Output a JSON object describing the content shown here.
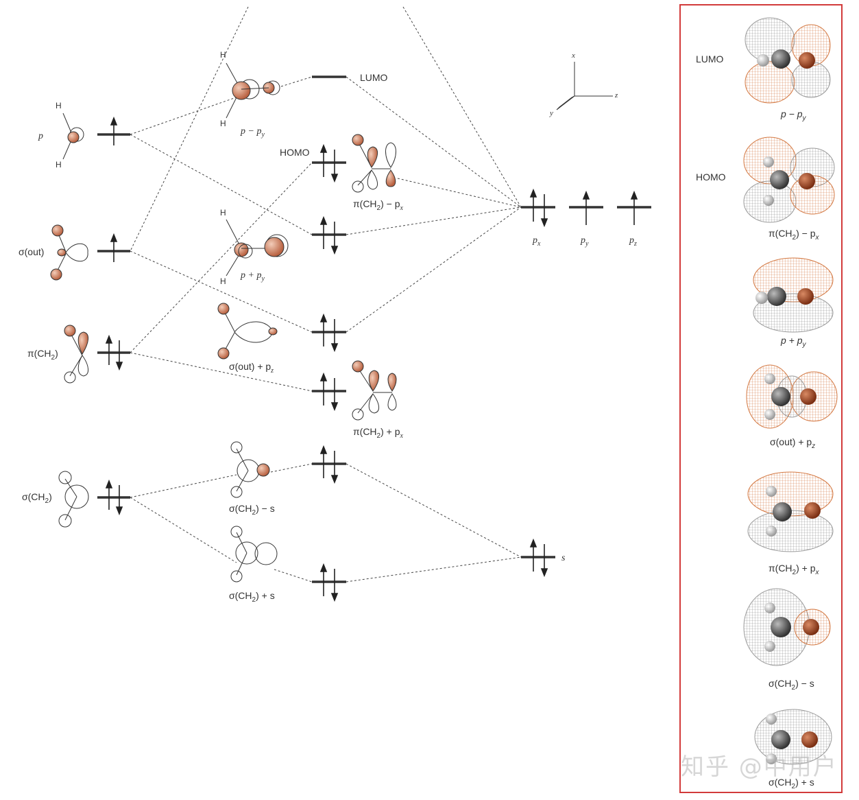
{
  "left_orbitals": {
    "p": "p",
    "sigma_out": "σ(out)",
    "pi_ch2": "π(CH",
    "pi_ch2_sub": "2",
    "sigma_ch2": "σ(CH",
    "sigma_ch2_sub": "2",
    "atom_h": "H"
  },
  "mixed_orbitals": {
    "p_minus_py": "p − p",
    "p_minus_py_sub": "y",
    "p_plus_py": "p + p",
    "p_plus_py_sub": "y",
    "sigma_out_plus_pz": "σ(out) + p",
    "sigma_out_plus_pz_sub": "z",
    "sigma_ch2_minus_s": "σ(CH",
    "sigma_ch2_minus_s_tail": ") − s",
    "sigma_ch2_plus_s": "σ(CH",
    "sigma_ch2_plus_s_tail": ") + s",
    "sub_2": "2"
  },
  "center_levels": {
    "lumo": "LUMO",
    "homo": "HOMO",
    "pi_minus_px": "π(CH",
    "pi_minus_px_tail": ") − p",
    "pi_plus_px": "π(CH",
    "pi_plus_px_tail": ") + p",
    "sub_2": "2",
    "sub_x": "x"
  },
  "right_orbitals": {
    "px": "p",
    "px_sub": "x",
    "py": "p",
    "py_sub": "y",
    "pz": "p",
    "pz_sub": "z",
    "s": "s"
  },
  "axes": {
    "x": "x",
    "y": "y",
    "z": "z"
  },
  "panel": {
    "lumo": "LUMO",
    "homo": "HOMO",
    "items": [
      {
        "name": "p − p",
        "sub": "y",
        "tail": ""
      },
      {
        "name": "π(CH",
        "sub": "2",
        "tail": ") − p",
        "sub2": "x"
      },
      {
        "name": "p + p",
        "sub": "y",
        "tail": ""
      },
      {
        "name": "σ(out) + p",
        "sub": "z",
        "tail": ""
      },
      {
        "name": "π(CH",
        "sub": "2",
        "tail": ") + p",
        "sub2": "x"
      },
      {
        "name": "σ(CH",
        "sub": "2",
        "tail": ") − s"
      },
      {
        "name": "σ(CH",
        "sub": "2",
        "tail": ") + s"
      }
    ]
  },
  "watermark": "知乎 @中用户",
  "colors": {
    "lobe": "#c8735a",
    "frame": "#d23a3a",
    "line": "#333333"
  }
}
